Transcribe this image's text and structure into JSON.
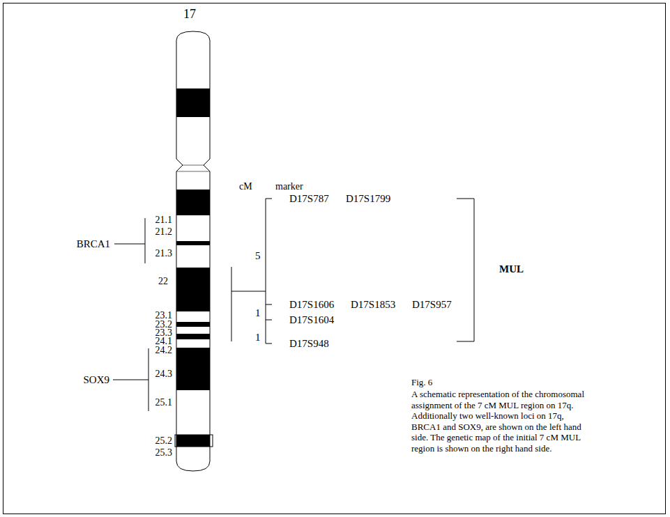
{
  "diagram": {
    "caption": "A schematic representation of the chromosomal assignment of the 7 cM MUL region on 17q. Additionally two well-known loci on 17q, BRCA1 and SOX9, are shown on the left hand side. The genetic map of the initial 7 cM MUL region is shown on the right hand side.",
    "labels": [
      "17",
      "21.1",
      "21.2",
      "21.3",
      "22",
      "23.1",
      "23.2",
      "23.3",
      "24.1",
      "24.2",
      "24.3",
      "25.1",
      "25.2",
      "25.3",
      "BRCA1",
      "SOX9",
      "cM",
      "marker",
      "D17S787",
      "D17S1799",
      "5",
      "D17S1606",
      "D17S1853",
      "D17S957",
      "1",
      "D17S1604",
      "1",
      "D17S948",
      "MUL",
      "Fig. 6"
    ]
  }
}
